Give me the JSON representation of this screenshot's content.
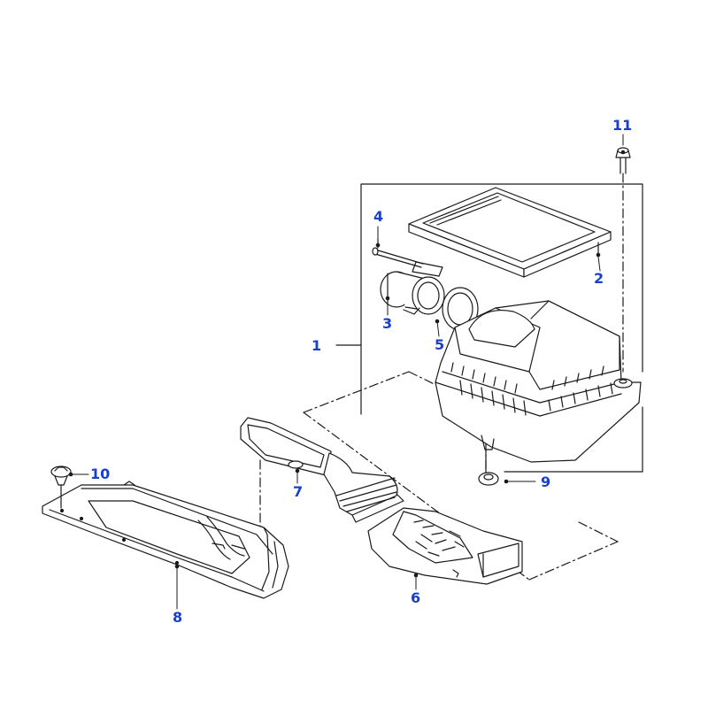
{
  "diagram": {
    "type": "exploded-parts-view",
    "colors": {
      "callout": "#1a3fc8",
      "line": "#1a1a1a",
      "fill": "#ffffff"
    },
    "callouts": [
      {
        "id": "1",
        "label": "1"
      },
      {
        "id": "2",
        "label": "2"
      },
      {
        "id": "3",
        "label": "3"
      },
      {
        "id": "4",
        "label": "4"
      },
      {
        "id": "5",
        "label": "5"
      },
      {
        "id": "6",
        "label": "6"
      },
      {
        "id": "7",
        "label": "7"
      },
      {
        "id": "8",
        "label": "8"
      },
      {
        "id": "9",
        "label": "9"
      },
      {
        "id": "10",
        "label": "10"
      },
      {
        "id": "11",
        "label": "11"
      }
    ]
  }
}
